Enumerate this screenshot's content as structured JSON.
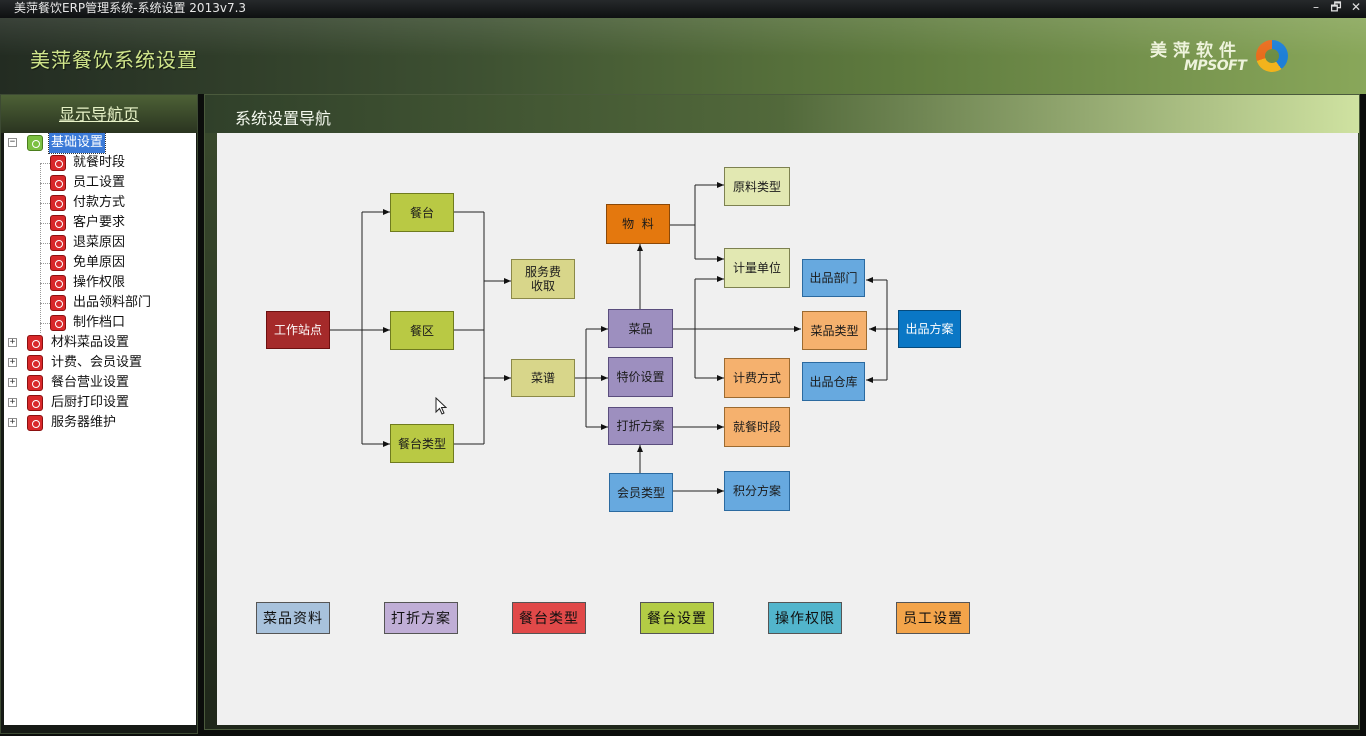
{
  "window": {
    "title": "美萍餐饮ERP管理系统-系统设置 2013v7.3",
    "buttons": {
      "minimize": "–",
      "restore": "🗗",
      "close": "✕"
    }
  },
  "header": {
    "app_title": "美萍餐饮系统设置",
    "logo_cn": "美萍软件",
    "logo_en": "MPSOFT"
  },
  "sidebar": {
    "title": "显示导航页",
    "tree": [
      {
        "label": "基础设置",
        "expanded": true,
        "selected": true,
        "children": [
          "就餐时段",
          "员工设置",
          "付款方式",
          "客户要求",
          "退菜原因",
          "免单原因",
          "操作权限",
          "出品领料部门",
          "制作档口"
        ]
      },
      {
        "label": "材料菜品设置",
        "expanded": false
      },
      {
        "label": "计费、会员设置",
        "expanded": false
      },
      {
        "label": "餐台营业设置",
        "expanded": false
      },
      {
        "label": "后厨打印设置",
        "expanded": false
      },
      {
        "label": "服务器维护",
        "expanded": false
      }
    ],
    "expand_plus": "+",
    "expand_minus": "−"
  },
  "main": {
    "title": "系统设置导航",
    "flow": {
      "workstation": "工作站点",
      "table": "餐台",
      "area": "餐区",
      "table_type": "餐台类型",
      "service_fee": "服务费收取",
      "menu": "菜谱",
      "material": "物  料",
      "dish": "菜品",
      "special_price": "特价设置",
      "discount_plan": "打折方案",
      "member_type": "会员类型",
      "material_type": "原料类型",
      "unit": "计量单位",
      "billing_method": "计费方式",
      "meal_period": "就餐时段",
      "points_plan": "积分方案",
      "output_dept": "出品部门",
      "dish_type": "菜品类型",
      "output_warehouse": "出品仓库",
      "output_plan": "出品方案"
    },
    "legend": [
      "菜品资料",
      "打折方案",
      "餐台类型",
      "餐台设置",
      "操作权限",
      "员工设置"
    ]
  }
}
